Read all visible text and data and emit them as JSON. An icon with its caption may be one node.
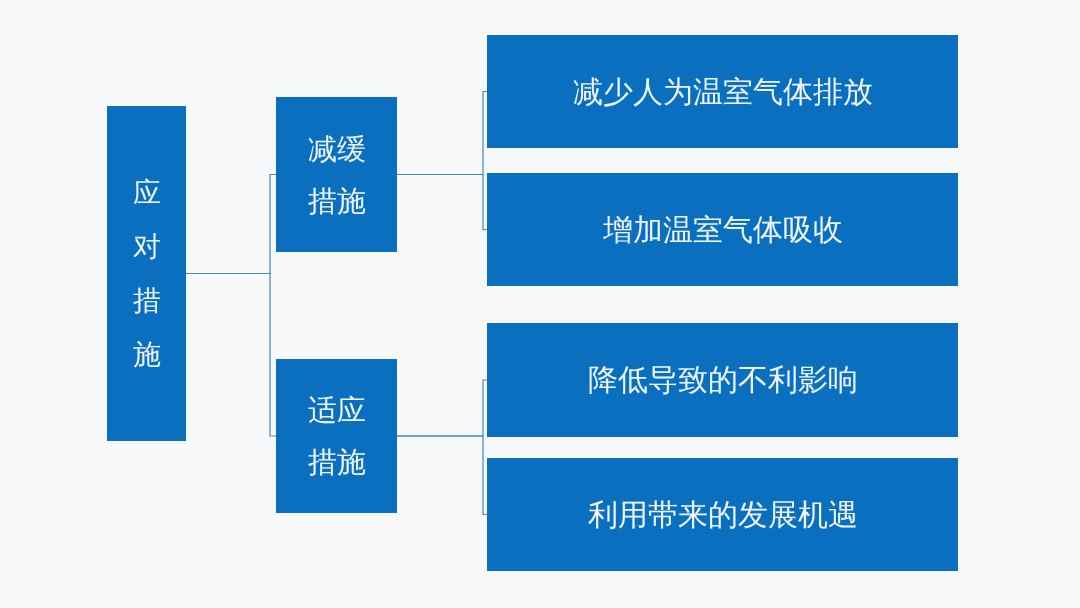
{
  "diagram": {
    "nodes": [
      {
        "text": [
          "应对措施"
        ]
      },
      {
        "text": [
          "减缓措施"
        ]
      },
      {
        "text": [
          "适应措施"
        ]
      },
      {
        "text": [
          "减少人为温室气体排放"
        ]
      },
      {
        "text": [
          "增加温室气体吸收"
        ]
      },
      {
        "text": [
          "降低导致的不利影响"
        ]
      },
      {
        "text": [
          "利用带来的发展机遇"
        ]
      }
    ],
    "edges": [
      {
        "from": 0,
        "to": 1,
        "arrow": "none"
      },
      {
        "from": 0,
        "to": 2,
        "arrow": "none"
      },
      {
        "from": 1,
        "to": 3,
        "arrow": "none"
      },
      {
        "from": 1,
        "to": 4,
        "arrow": "none"
      },
      {
        "from": 2,
        "to": 5,
        "arrow": "none"
      },
      {
        "from": 2,
        "to": 6,
        "arrow": "none"
      }
    ]
  }
}
